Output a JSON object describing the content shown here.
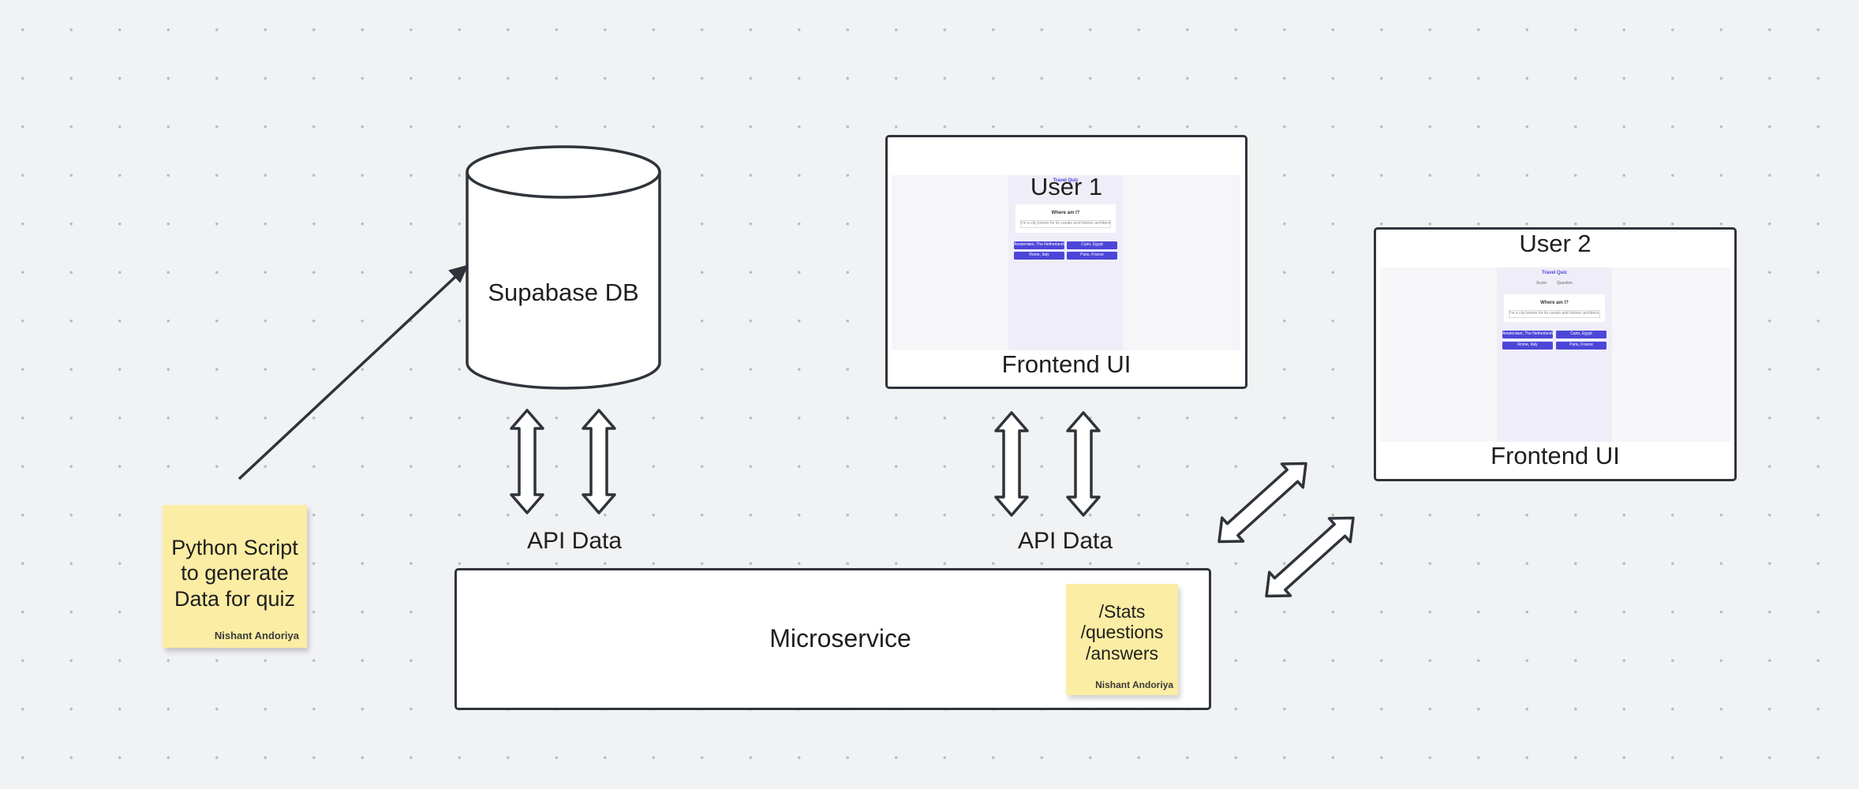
{
  "nodes": {
    "database": {
      "label": "Supabase DB"
    },
    "user1": {
      "title": "User 1",
      "caption": "Frontend UI",
      "preview": {
        "app_title": "Travel Quiz",
        "question": "Where am I?",
        "hint": "I'm a city known for its canals and historic architecture",
        "options": [
          "Amsterdam, The Netherlands",
          "Cairo, Egypt",
          "Rome, Italy",
          "Paris, France"
        ]
      }
    },
    "user2": {
      "title": "User 2",
      "caption": "Frontend UI",
      "preview": {
        "app_title": "Travel Quiz",
        "chips": [
          "Score",
          "Question"
        ],
        "question": "Where am I?",
        "hint": "I'm a city known for its canals and historic architecture",
        "options": [
          "Amsterdam, The Netherlands",
          "Cairo, Egypt",
          "Rome, Italy",
          "Paris, France"
        ]
      }
    },
    "microservice": {
      "label": "Microservice"
    }
  },
  "edges": {
    "db_api_label": "API Data",
    "ui_api_label": "API Data"
  },
  "stickies": {
    "python": {
      "lines": [
        "Python Script",
        "to generate",
        "Data for quiz"
      ],
      "author": "Nishant Andoriya"
    },
    "endpoints": {
      "lines": [
        "/Stats",
        "/questions",
        "/answers"
      ],
      "author": "Nishant Andoriya"
    }
  },
  "colors": {
    "sticky": "#fbeda3",
    "stroke": "#2f333a",
    "background": "#f1f2f4",
    "button": "#4c46d8"
  }
}
